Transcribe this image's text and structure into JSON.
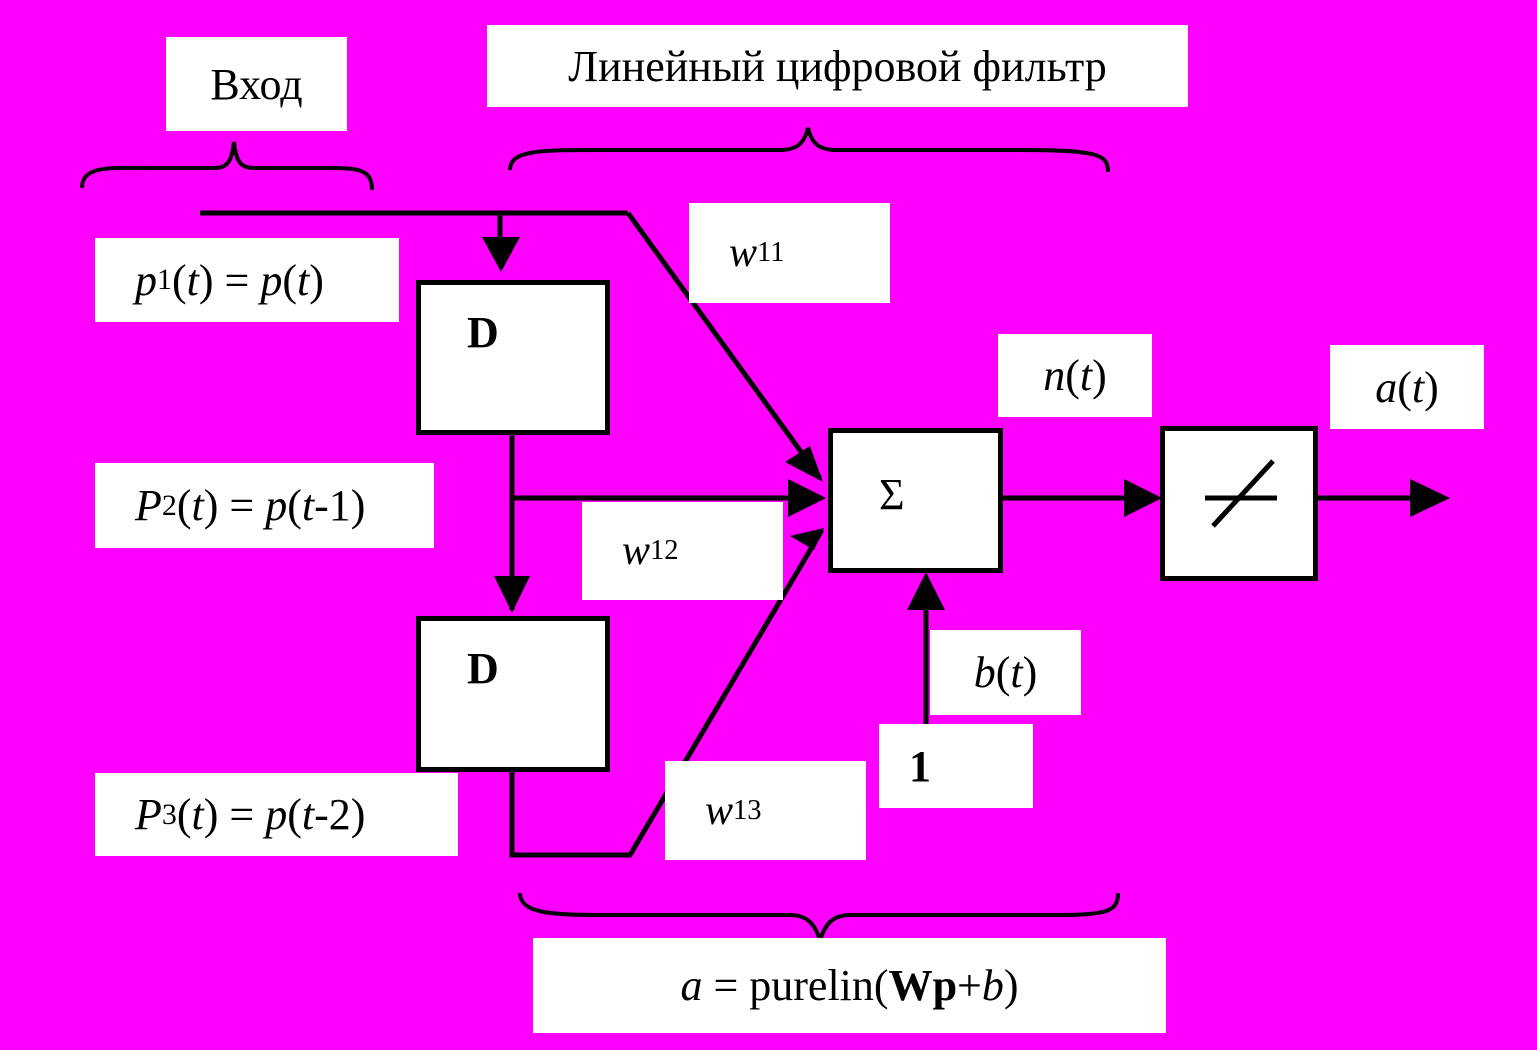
{
  "labels": {
    "input": "Вход",
    "filter": "Линейный цифровой фильтр",
    "p1": {
      "sym": "p",
      "sub": "1",
      "lhs_arg": "t",
      "eq": " = ",
      "rhs_sym": "p",
      "rhs_arg": "t"
    },
    "p2": {
      "sym": "P",
      "sub": "2",
      "lhs_arg": "t",
      "eq": " = ",
      "rhs_sym": "p",
      "rhs_var": "t",
      "rhs_tail": "-1"
    },
    "p3": {
      "sym": "P",
      "sub": "3",
      "lhs_arg": "t",
      "eq": " = ",
      "rhs_sym": "p",
      "rhs_var": "t",
      "rhs_tail": "-2"
    },
    "w11": {
      "sym": "w",
      "sub": "11"
    },
    "w12": {
      "sym": "w",
      "sub": "12"
    },
    "w13": {
      "sym": "w",
      "sub": "13"
    },
    "n": {
      "sym": "n",
      "arg": "t"
    },
    "a_out": {
      "sym": "a",
      "arg": "t"
    },
    "b": {
      "sym": "b",
      "arg": "t"
    },
    "one": "1",
    "formula": {
      "a": "a",
      "eq": " = purelin(",
      "W": "W",
      "p": "p",
      "plus": "+",
      "b": "b",
      "close": ")"
    }
  },
  "blocks": {
    "delay1": "D",
    "delay2": "D",
    "sum": "Σ"
  },
  "colors": {
    "background": "#ff00ff",
    "box": "#ffffff",
    "line": "#000000"
  }
}
